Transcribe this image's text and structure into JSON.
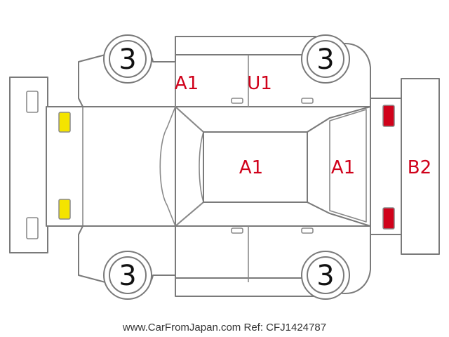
{
  "colors": {
    "outline": "#7a7a7a",
    "code_red": "#d0021b",
    "front_lamp": "#f4e400",
    "rear_lamp": "#d0021b"
  },
  "wheels": {
    "front_left": "3",
    "rear_left": "3",
    "front_right": "3",
    "rear_right": "3"
  },
  "damage_codes": {
    "front_door_top": "A1",
    "rear_door_top": "U1",
    "roof": "A1",
    "rear_window": "A1",
    "rear_bumper": "B2"
  },
  "footer": {
    "website": "www.CarFromJapan.com",
    "ref": "Ref: CFJ1424787"
  }
}
